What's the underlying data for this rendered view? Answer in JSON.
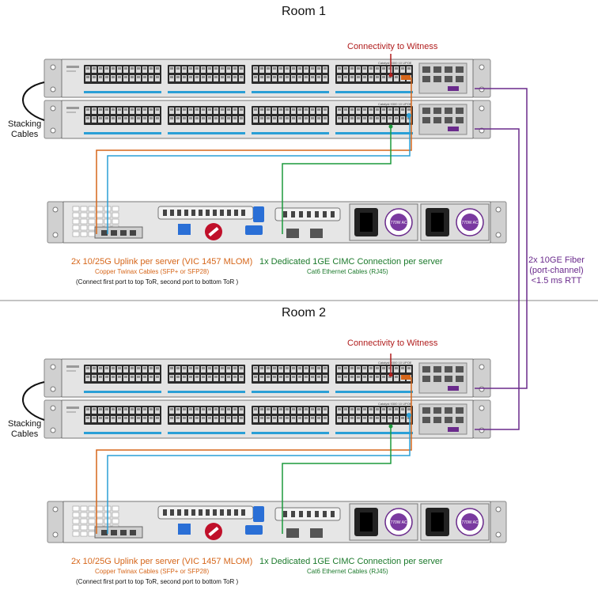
{
  "rooms": [
    {
      "title": "Room 1",
      "witness_label": "Connectivity to Witness",
      "stacking_label_1": "Stacking",
      "stacking_label_2": "Cables",
      "uplink_title": "2x 10/25G Uplink per server (VIC 1457 MLOM)",
      "uplink_sub": "Copper Twinax Cables (SFP+ or SFP28)",
      "uplink_note": "(Connect first port to top ToR, second port to bottom ToR )",
      "cimc_title": "1x Dedicated 1GE CIMC Connection per server",
      "cimc_sub": "Cat6 Ethernet Cables (RJ45)",
      "switch_model": "Catalyst 9300 10 UPOE",
      "psu_label": "770W AC"
    },
    {
      "title": "Room 2",
      "witness_label": "Connectivity to Witness",
      "stacking_label_1": "Stacking",
      "stacking_label_2": "Cables",
      "uplink_title": "2x 10/25G Uplink per server (VIC 1457 MLOM)",
      "uplink_sub": "Copper Twinax Cables (SFP+ or SFP28)",
      "uplink_note": "(Connect first port to top ToR, second port to bottom ToR )",
      "cimc_title": "1x Dedicated 1GE CIMC Connection per server",
      "cimc_sub": "Cat6 Ethernet Cables (RJ45)",
      "switch_model": "Catalyst 9300 10 UPOE",
      "psu_label": "770W AC"
    }
  ],
  "fiber": {
    "line1": "2x 10GE Fiber",
    "line2": "(port-channel)",
    "line3": "<1.5 ms RTT"
  },
  "colors": {
    "uplink": "#d6661a",
    "uplink_alt": "#2a9fd6",
    "cimc": "#1c9a3c",
    "fiber": "#6a2a8c",
    "witness": "#b01c1c",
    "stacking": "#111111"
  }
}
